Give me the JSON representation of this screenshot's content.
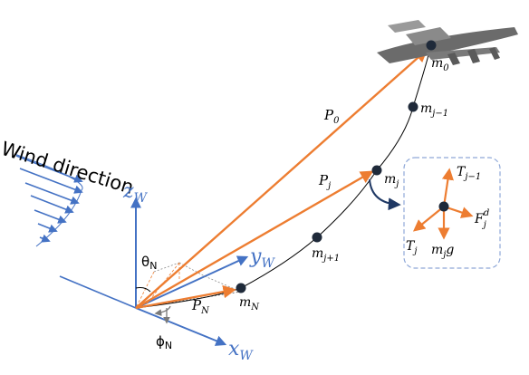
{
  "labels": {
    "wind_direction": "Wind direction",
    "z_axis": "z",
    "z_axis_sub": "W",
    "y_axis": "y",
    "y_axis_sub": "W",
    "x_axis": "x",
    "x_axis_sub": "W",
    "theta": "θ",
    "theta_sub": "N",
    "phi": "ϕ",
    "phi_sub": "N",
    "P0": "P",
    "P0_sub": "0",
    "Pj": "P",
    "Pj_sub": "j",
    "PN": "P",
    "PN_sub": "N",
    "m0": "m",
    "m0_sub": "0",
    "mj_minus_1": "m",
    "mj_minus_1_sub": "j−1",
    "mj": "m",
    "mj_sub": "j",
    "mj_plus_1": "m",
    "mj_plus_1_sub": "j+1",
    "mN": "m",
    "mN_sub": "N",
    "T_jm1": "T",
    "T_jm1_sub": "j−1",
    "Fd": "F",
    "Fd_sub": "j",
    "Fd_sup": "d",
    "Tj": "T",
    "Tj_sub": "j",
    "mjg_m": "m",
    "mjg_sub": "j",
    "mjg_g": "g"
  },
  "colors": {
    "axis_blue": "#4472c4",
    "vector_orange": "#ed7d31",
    "mass_dark": "#1f2a3a",
    "inset_border": "#8fa8d8",
    "curve_arrow": "#1f3864",
    "aircraft": "#6b6b6b"
  }
}
